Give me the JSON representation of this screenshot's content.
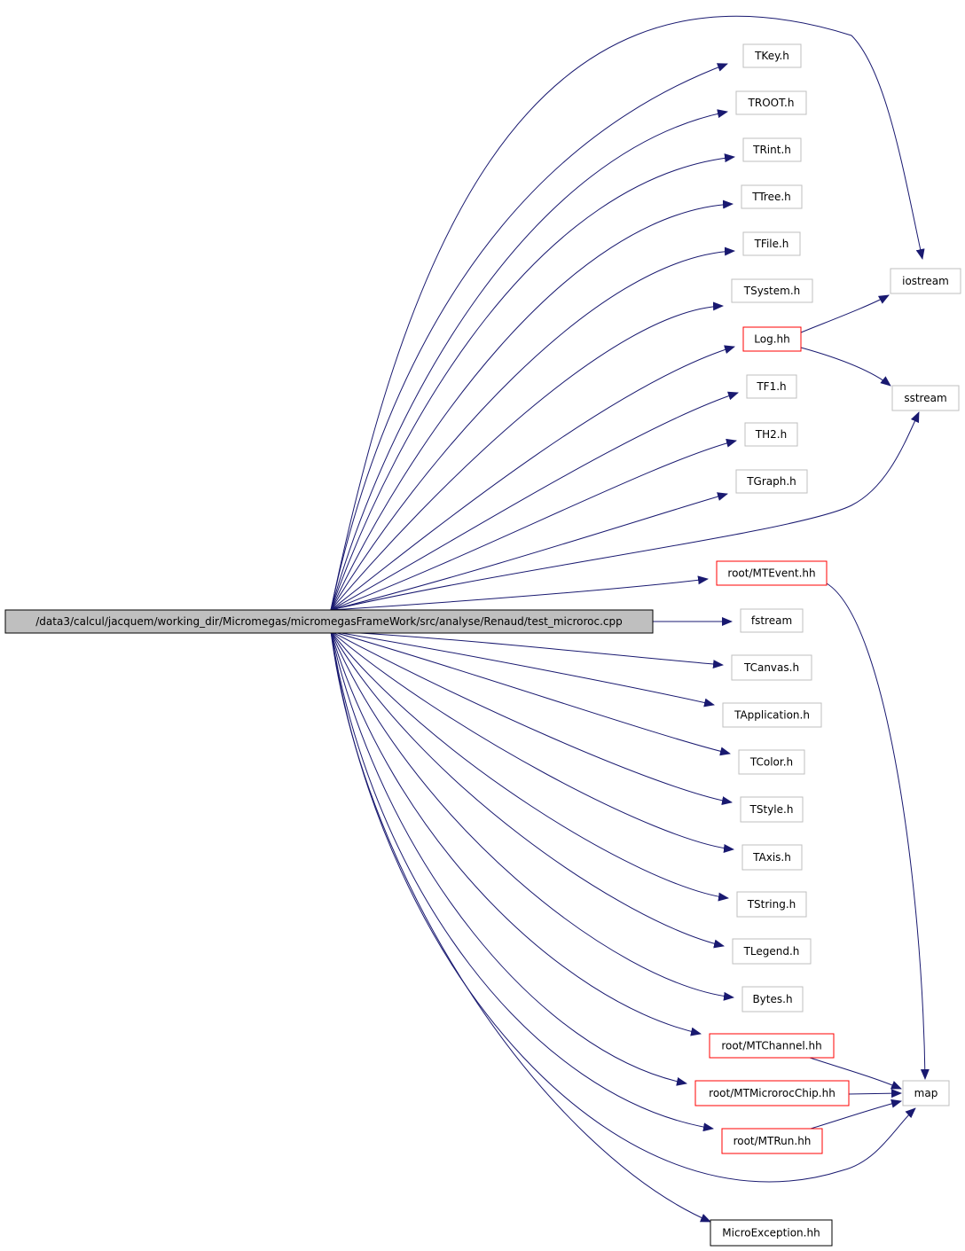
{
  "graph": {
    "source": {
      "id": "src",
      "label": "/data3/calcul/jacquem/working_dir/Micromegas/micromegasFrameWork/src/analyse/Renaud/test_microroc.cpp",
      "style": "root"
    },
    "nodes": [
      {
        "id": "tkey",
        "label": "TKey.h",
        "style": "plain"
      },
      {
        "id": "troot",
        "label": "TROOT.h",
        "style": "plain"
      },
      {
        "id": "trint",
        "label": "TRint.h",
        "style": "plain"
      },
      {
        "id": "ttree",
        "label": "TTree.h",
        "style": "plain"
      },
      {
        "id": "tfile",
        "label": "TFile.h",
        "style": "plain"
      },
      {
        "id": "tsystem",
        "label": "TSystem.h",
        "style": "plain"
      },
      {
        "id": "log",
        "label": "Log.hh",
        "style": "red"
      },
      {
        "id": "tf1",
        "label": "TF1.h",
        "style": "plain"
      },
      {
        "id": "th2",
        "label": "TH2.h",
        "style": "plain"
      },
      {
        "id": "tgraph",
        "label": "TGraph.h",
        "style": "plain"
      },
      {
        "id": "iostream",
        "label": "iostream",
        "style": "plain"
      },
      {
        "id": "sstream",
        "label": "sstream",
        "style": "plain"
      },
      {
        "id": "mtevent",
        "label": "root/MTEvent.hh",
        "style": "red"
      },
      {
        "id": "fstream",
        "label": "fstream",
        "style": "plain"
      },
      {
        "id": "tcanvas",
        "label": "TCanvas.h",
        "style": "plain"
      },
      {
        "id": "tapplication",
        "label": "TApplication.h",
        "style": "plain"
      },
      {
        "id": "tcolor",
        "label": "TColor.h",
        "style": "plain"
      },
      {
        "id": "tstyle",
        "label": "TStyle.h",
        "style": "plain"
      },
      {
        "id": "taxis",
        "label": "TAxis.h",
        "style": "plain"
      },
      {
        "id": "tstring",
        "label": "TString.h",
        "style": "plain"
      },
      {
        "id": "tlegend",
        "label": "TLegend.h",
        "style": "plain"
      },
      {
        "id": "bytes",
        "label": "Bytes.h",
        "style": "plain"
      },
      {
        "id": "mtchannel",
        "label": "root/MTChannel.hh",
        "style": "red"
      },
      {
        "id": "mtmicroroc",
        "label": "root/MTMicrorocChip.hh",
        "style": "red"
      },
      {
        "id": "mtrun",
        "label": "root/MTRun.hh",
        "style": "red"
      },
      {
        "id": "map",
        "label": "map",
        "style": "plain"
      },
      {
        "id": "microexception",
        "label": "MicroException.hh",
        "style": "black"
      }
    ],
    "edges": [
      [
        "src",
        "tkey"
      ],
      [
        "src",
        "troot"
      ],
      [
        "src",
        "trint"
      ],
      [
        "src",
        "ttree"
      ],
      [
        "src",
        "tfile"
      ],
      [
        "src",
        "tsystem"
      ],
      [
        "src",
        "log"
      ],
      [
        "src",
        "tf1"
      ],
      [
        "src",
        "th2"
      ],
      [
        "src",
        "tgraph"
      ],
      [
        "src",
        "iostream"
      ],
      [
        "src",
        "sstream"
      ],
      [
        "src",
        "mtevent"
      ],
      [
        "src",
        "fstream"
      ],
      [
        "src",
        "tcanvas"
      ],
      [
        "src",
        "tapplication"
      ],
      [
        "src",
        "tcolor"
      ],
      [
        "src",
        "tstyle"
      ],
      [
        "src",
        "taxis"
      ],
      [
        "src",
        "tstring"
      ],
      [
        "src",
        "tlegend"
      ],
      [
        "src",
        "bytes"
      ],
      [
        "src",
        "mtchannel"
      ],
      [
        "src",
        "mtmicroroc"
      ],
      [
        "src",
        "mtrun"
      ],
      [
        "src",
        "map"
      ],
      [
        "src",
        "microexception"
      ],
      [
        "log",
        "iostream"
      ],
      [
        "log",
        "sstream"
      ],
      [
        "mtevent",
        "map"
      ],
      [
        "mtchannel",
        "map"
      ],
      [
        "mtmicroroc",
        "map"
      ],
      [
        "mtrun",
        "map"
      ]
    ],
    "colors": {
      "edge": "#191970",
      "root_fill": "#bfbfbf",
      "plain_border": "#bfbfbf",
      "red_border": "#ff0000",
      "black_border": "#000000"
    }
  }
}
